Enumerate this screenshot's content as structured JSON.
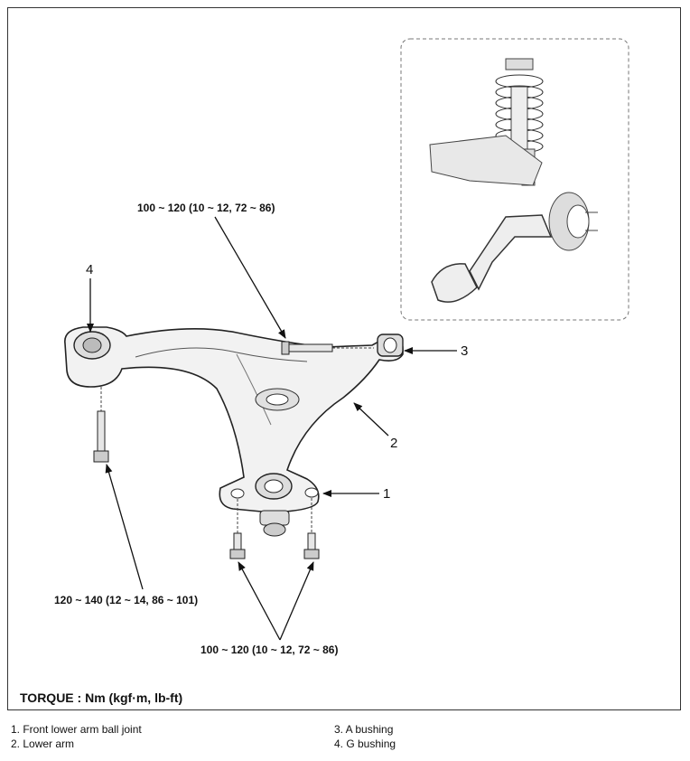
{
  "torque_labels": {
    "top_bolt": "100 ~ 120 (10 ~ 12, 72 ~ 86)",
    "g_bolt": "120 ~ 140 (12 ~ 14, 86 ~ 101)",
    "ball_joint_bolts": "100 ~ 120 (10 ~ 12, 72 ~ 86)"
  },
  "callouts": {
    "c1": "1",
    "c2": "2",
    "c3": "3",
    "c4": "4"
  },
  "torque_unit": "TORQUE : Nm (kgf·m, lb-ft)",
  "legend": {
    "item1": "1.  Front lower arm ball joint",
    "item2": "2.  Lower arm",
    "item3": "3.  A bushing",
    "item4": "4.  G bushing"
  }
}
